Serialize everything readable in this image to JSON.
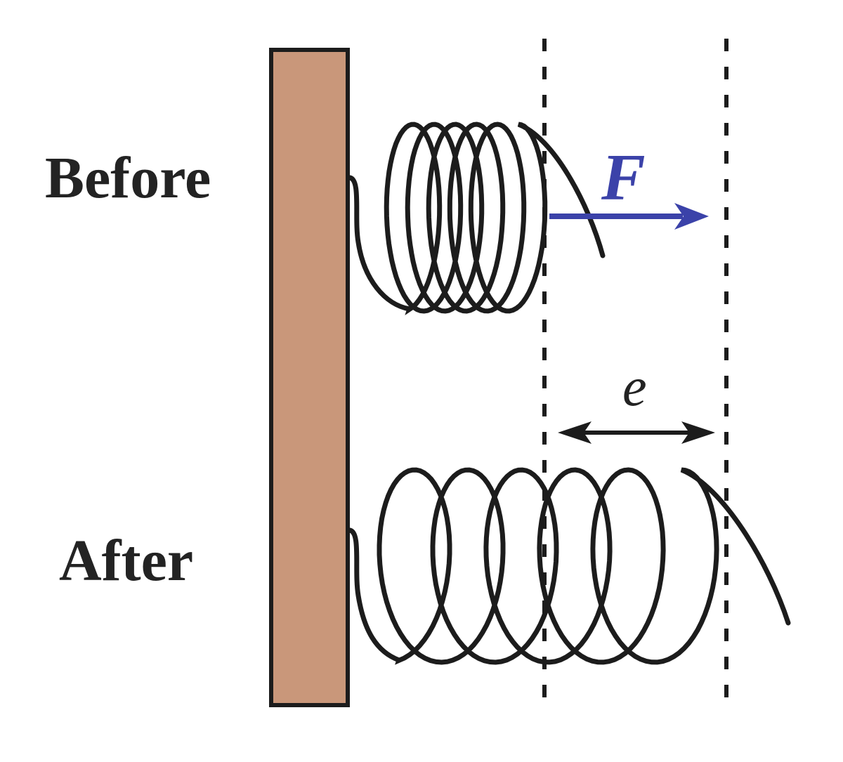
{
  "diagram": {
    "title_context": "Spring extension before and after applied force",
    "state_labels": {
      "before": "Before",
      "after": "After"
    },
    "annotations": {
      "force_symbol": "F",
      "extension_symbol": "e"
    }
  },
  "colors": {
    "background": "#ffffff",
    "wall_fill": "#c9977a",
    "ink": "#1c1c1c",
    "force_blue": "#3b42a9",
    "text": "#232323"
  }
}
